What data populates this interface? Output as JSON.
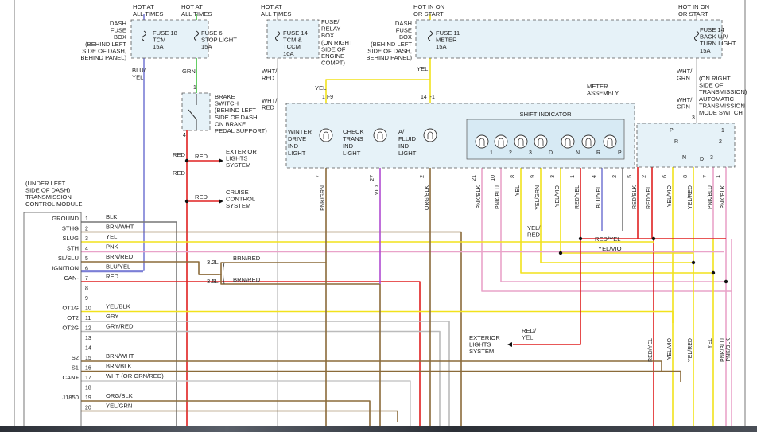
{
  "power": {
    "hot_all_times_1": [
      "HOT AT",
      "ALL TIMES"
    ],
    "hot_all_times_2": [
      "HOT AT",
      "ALL TIMES"
    ],
    "hot_all_times_3": [
      "HOT AT",
      "ALL TIMES"
    ],
    "hot_run_start_1": [
      "HOT IN ON",
      "OR START"
    ],
    "hot_run_start_2": [
      "HOT IN ON",
      "OR START"
    ]
  },
  "fuse_boxes": {
    "dash_left": [
      "DASH",
      "FUSE",
      "BOX",
      "(BEHIND LEFT",
      "SIDE OF DASH,",
      "BEHIND PANEL)"
    ],
    "relay": [
      "FUSE/",
      "RELAY",
      "BOX",
      "(ON RIGHT",
      "SIDE OF",
      "ENGINE",
      "COMPT)"
    ],
    "dash_mid": [
      "DASH",
      "FUSE",
      "BOX",
      "(BEHIND LEFT",
      "SIDE OF DASH,",
      "BEHIND PANEL)"
    ]
  },
  "fuses": {
    "f18": [
      "FUSE 18",
      "TCM",
      "15A"
    ],
    "f6": [
      "FUSE 6",
      "STOP LIGHT",
      "15A"
    ],
    "f14a": [
      "FUSE 14",
      "TCM &",
      "TCCM",
      "10A"
    ],
    "f11": [
      "FUSE 11",
      "METER",
      "15A"
    ],
    "f14b": [
      "FUSE 14",
      "BACK UP/",
      "TURN LIGHT",
      "15A"
    ]
  },
  "components": {
    "brake_switch": [
      "BRAKE",
      "SWITCH",
      "(BEHIND LEFT",
      "SIDE OF DASH,",
      "ON BRAKE",
      "PEDAL SUPPORT)"
    ],
    "exterior_lights_1": [
      "EXTERIOR",
      "LIGHTS",
      "SYSTEM"
    ],
    "cruise": [
      "CRUISE",
      "CONTROL",
      "SYSTEM"
    ],
    "exterior_lights_2": [
      "EXTERIOR",
      "LIGHTS",
      "SYSTEM"
    ],
    "meter_assembly": [
      "METER",
      "ASSEMBLY"
    ],
    "shift_indicator": "SHIFT INDICATOR",
    "winter": [
      "WINTER",
      "DRIVE",
      "IND",
      "LIGHT"
    ],
    "check_trans": [
      "CHECK",
      "TRANS",
      "IND",
      "LIGHT"
    ],
    "at_fluid": [
      "A/T",
      "FLUID",
      "IND",
      "LIGHT"
    ],
    "mode_switch": [
      "(ON RIGHT",
      "SIDE OF",
      "TRANSMISSION)",
      "AUTOMATIC",
      "TRANSMISSION",
      "MODE SWITCH"
    ],
    "tcm": [
      "(UNDER LEFT",
      "SIDE OF DASH)",
      "TRANSMISSION",
      "CONTROL MODULE"
    ]
  },
  "tcm_pins": [
    {
      "label": "GROUND",
      "num": "1",
      "wire": "BLK"
    },
    {
      "label": "STHG",
      "num": "2",
      "wire": "BRN/WHT"
    },
    {
      "label": "SLUG",
      "num": "3",
      "wire": "YEL"
    },
    {
      "label": "STH",
      "num": "4",
      "wire": "PNK"
    },
    {
      "label": "SL/SLU",
      "num": "5",
      "wire": "BRN/RED"
    },
    {
      "label": "IGNITION",
      "num": "6",
      "wire": "BLU/YEL"
    },
    {
      "label": "CAN-",
      "num": "7",
      "wire": "RED"
    },
    {
      "label": "",
      "num": "8",
      "wire": ""
    },
    {
      "label": "",
      "num": "9",
      "wire": ""
    },
    {
      "label": "OT1G",
      "num": "10",
      "wire": "YEL/BLK"
    },
    {
      "label": "OT2",
      "num": "11",
      "wire": "GRY"
    },
    {
      "label": "OT2G",
      "num": "12",
      "wire": "GRY/RED"
    },
    {
      "label": "",
      "num": "13",
      "wire": ""
    },
    {
      "label": "",
      "num": "14",
      "wire": ""
    },
    {
      "label": "S2",
      "num": "15",
      "wire": "BRN/WHT"
    },
    {
      "label": "S1",
      "num": "16",
      "wire": "BRN/BLK"
    },
    {
      "label": "CAN+",
      "num": "17",
      "wire": "WHT (OR GRN/RED)"
    },
    {
      "label": "",
      "num": "18",
      "wire": ""
    },
    {
      "label": "J1850",
      "num": "19",
      "wire": "ORG/BLK"
    },
    {
      "label": "",
      "num": "20",
      "wire": "YEL/GRN"
    }
  ],
  "engine_variants": {
    "v32": "3.2L",
    "v35": "3.5L",
    "wire": "BRN/RED"
  },
  "wire_labels": {
    "blu_yel": [
      "BLU/",
      "YEL"
    ],
    "grn": "GRN",
    "whtred1": [
      "WHT/",
      "RED"
    ],
    "whtred2": [
      "WHT/",
      "RED"
    ],
    "red1": "RED",
    "red2": "RED",
    "red3": "RED",
    "red4": "RED",
    "yel1": "YEL",
    "yel2": "YEL",
    "whtgrn1": [
      "WHT/",
      "GRN"
    ],
    "whtgrn2": [
      "WHT/",
      "GRN"
    ],
    "yelred_v": [
      "YEL/",
      "RED"
    ],
    "redyel_h": "RED/YEL",
    "yelvio_h": "YEL/VIO",
    "redyel_ext": [
      "RED/",
      "YEL"
    ]
  },
  "connectors": {
    "i9": "1 I-9",
    "i1": "14 I-1"
  },
  "meter_pins": [
    {
      "n": "7",
      "w": "PNK/GRN"
    },
    {
      "n": "27",
      "w": "VIO"
    },
    {
      "n": "2",
      "w": "ORG/BLK"
    },
    {
      "n": "21",
      "w": "PNK/BLK"
    },
    {
      "n": "10",
      "w": "PNK/BLU"
    },
    {
      "n": "8",
      "w": "YEL"
    },
    {
      "n": "9",
      "w": "YEL/GRN"
    },
    {
      "n": "3",
      "w": "YEL/VIO"
    },
    {
      "n": "1",
      "w": "RED/YEL"
    },
    {
      "n": "4",
      "w": "BLU/YEL"
    },
    {
      "n": "2",
      "w": ""
    }
  ],
  "mode_pins": [
    {
      "n": "5",
      "w": "RED/BLK"
    },
    {
      "n": "2",
      "w": "RED/YEL"
    },
    {
      "n": "6",
      "w": "YEL/VIO"
    },
    {
      "n": "8",
      "w": "YEL/RED"
    },
    {
      "n": "7",
      "w": "PNK/BLU"
    },
    {
      "n": "1",
      "w": "PNK/BLK"
    }
  ],
  "lower_mode_wires": [
    "RED/YEL",
    "YEL/VIO",
    "YEL/RED",
    "YEL",
    "PNK/BLU",
    "PNK/BLK"
  ],
  "shift_letters": [
    "1",
    "2",
    "3",
    "D",
    "N",
    "R",
    "P"
  ],
  "mode_switch_letters": [
    "P",
    "R",
    "N",
    "D",
    "3",
    "2",
    "1"
  ],
  "colors": {
    "blk": "#777777",
    "brn": "#8b6b3a",
    "yel": "#f2e21c",
    "pnk": "#e9a3c9",
    "red": "#e02020",
    "blu": "#7b7fd6",
    "grn": "#3cc23c",
    "gry": "#bbbbbb",
    "org": "#8b6b3a",
    "vio": "#b04bd0",
    "wht": "#c8c8c8"
  }
}
